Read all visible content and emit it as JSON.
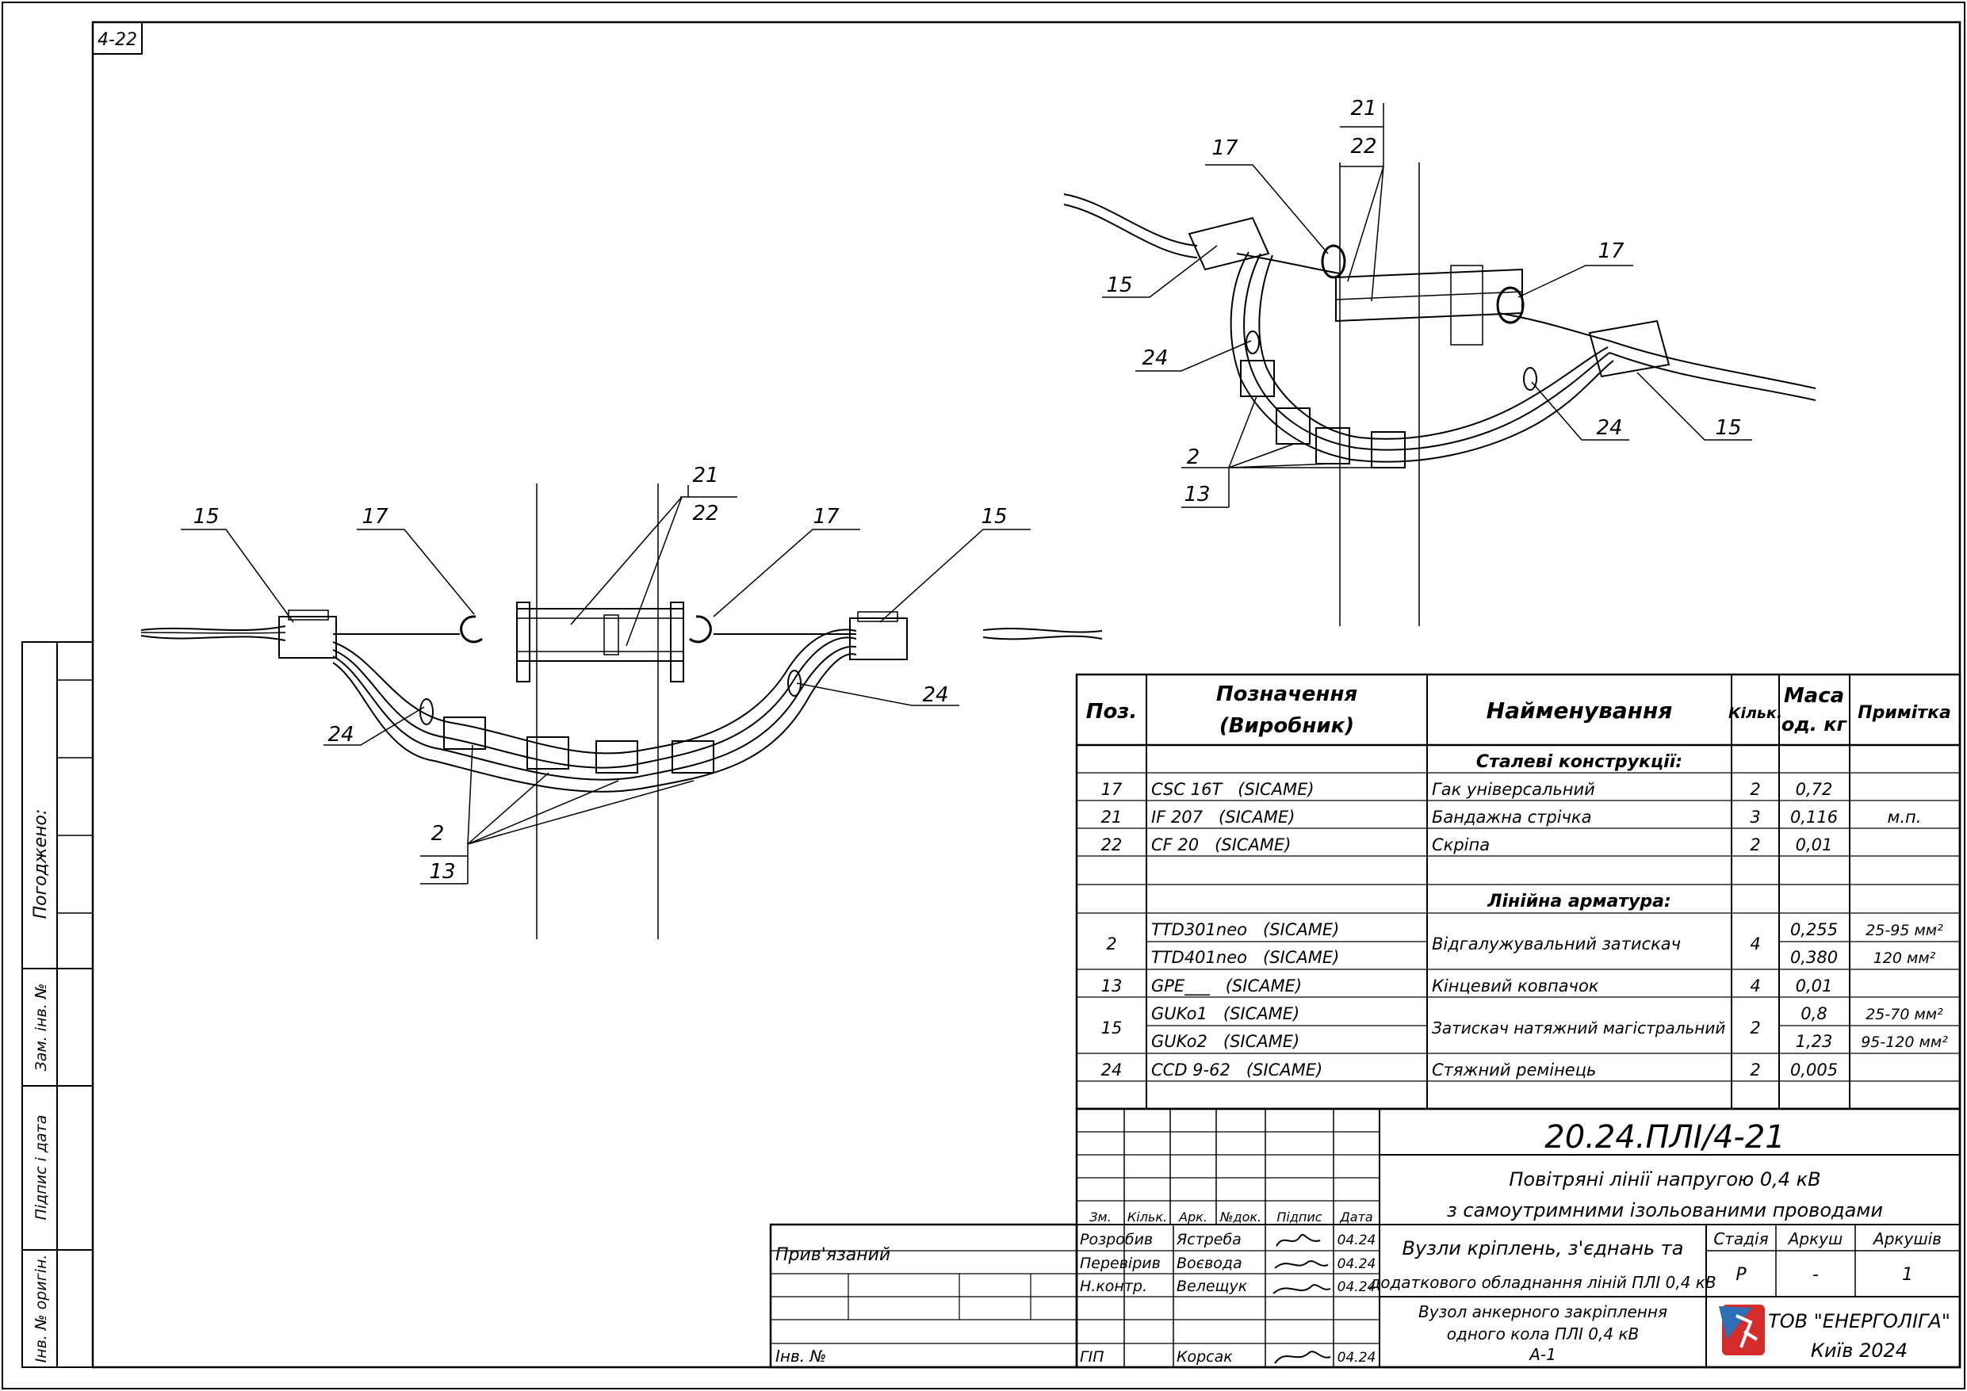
{
  "sheet_ref": "4-22",
  "side_stamp": {
    "agreed": "Погоджено:",
    "replaced_inv": "Зам. інв. №",
    "sign_date": "Підпис і дата",
    "orig_inv": "Інв. № оригін."
  },
  "callouts": {
    "front": [
      "15",
      "17",
      "21",
      "22",
      "17",
      "15",
      "24",
      "24",
      "2",
      "13"
    ],
    "iso": [
      "21",
      "22",
      "17",
      "17",
      "15",
      "24",
      "24",
      "15",
      "2",
      "13"
    ]
  },
  "spec_table": {
    "headers": {
      "pos": "Поз.",
      "designation": "Позначення (Виробник)",
      "name": "Найменування",
      "qty": "Кільк.",
      "mass": "Маса од. кг",
      "note": "Примітка"
    },
    "sections": [
      {
        "title": "Сталеві конструкції:",
        "rows": [
          {
            "pos": "17",
            "designation": "CSC 16T   (SICAME)",
            "name": "Гак універсальний",
            "qty": "2",
            "mass": "0,72",
            "note": ""
          },
          {
            "pos": "21",
            "designation": "IF 207   (SICAME)",
            "name": "Бандажна стрічка",
            "qty": "3",
            "mass": "0,116",
            "note": "м.п."
          },
          {
            "pos": "22",
            "designation": "CF 20   (SICAME)",
            "name": "Скріпа",
            "qty": "2",
            "mass": "0,01",
            "note": ""
          }
        ]
      },
      {
        "title": "Лінійна арматура:",
        "rows": [
          {
            "pos": "2",
            "designation": "TTD301neo   (SICAME)",
            "name": "Відгалужувальний затискач",
            "qty": "4",
            "mass": "0,255",
            "note": "25-95 мм²"
          },
          {
            "pos": "",
            "designation": "TTD401neo   (SICAME)",
            "name": "",
            "qty": "",
            "mass": "0,380",
            "note": "120 мм²"
          },
          {
            "pos": "13",
            "designation": "GPE___   (SICAME)",
            "name": "Кінцевий ковпачок",
            "qty": "4",
            "mass": "0,01",
            "note": ""
          },
          {
            "pos": "15",
            "designation": "GUKo1   (SICAME)",
            "name": "Затискач натяжний магістральний",
            "qty": "2",
            "mass": "0,8",
            "note": "25-70 мм²"
          },
          {
            "pos": "",
            "designation": "GUKo2   (SICAME)",
            "name": "",
            "qty": "",
            "mass": "1,23",
            "note": "95-120 мм²"
          },
          {
            "pos": "24",
            "designation": "CCD 9-62   (SICAME)",
            "name": "Стяжний ремінець",
            "qty": "2",
            "mass": "0,005",
            "note": ""
          }
        ]
      }
    ]
  },
  "title_block": {
    "doc_code": "20.24.ПЛІ/4-21",
    "project_line1": "Повітряні лінії напругою 0,4 кВ",
    "project_line2": "з самоутримними ізольованими проводами",
    "section_line1": "Вузли кріплень, з'єднань та",
    "section_line2": "додаткового обладнання ліній ПЛІ 0,4 кВ",
    "drawing_line1": "Вузол анкерного закріплення",
    "drawing_line2": "одного кола ПЛІ 0,4 кВ",
    "drawing_line3": "А-1",
    "col_headers": [
      "Зм.",
      "Кільк.",
      "Арк.",
      "№док.",
      "Підпис",
      "Дата"
    ],
    "roles": [
      {
        "role": "Розробив",
        "name": "Ястреба",
        "date": "04.24"
      },
      {
        "role": "Перевірив",
        "name": "Воєвода",
        "date": "04.24"
      },
      {
        "role": "Н.контр.",
        "name": "Велещук",
        "date": "04.24"
      },
      {
        "role": "ГІП",
        "name": "Корсак",
        "date": "04.24"
      }
    ],
    "stage_label": "Стадія",
    "sheet_label": "Аркуш",
    "sheets_label": "Аркушів",
    "stage": "Р",
    "sheet": "-",
    "sheets": "1",
    "company": "ТОВ \"ЕНЕРГОЛІГА\"",
    "city_year": "Київ 2024",
    "attached": "Прив'язаний",
    "inv_no": "Інв. №",
    "logo_color_red": "#d62b2b",
    "logo_color_blue": "#2f6fb5"
  }
}
